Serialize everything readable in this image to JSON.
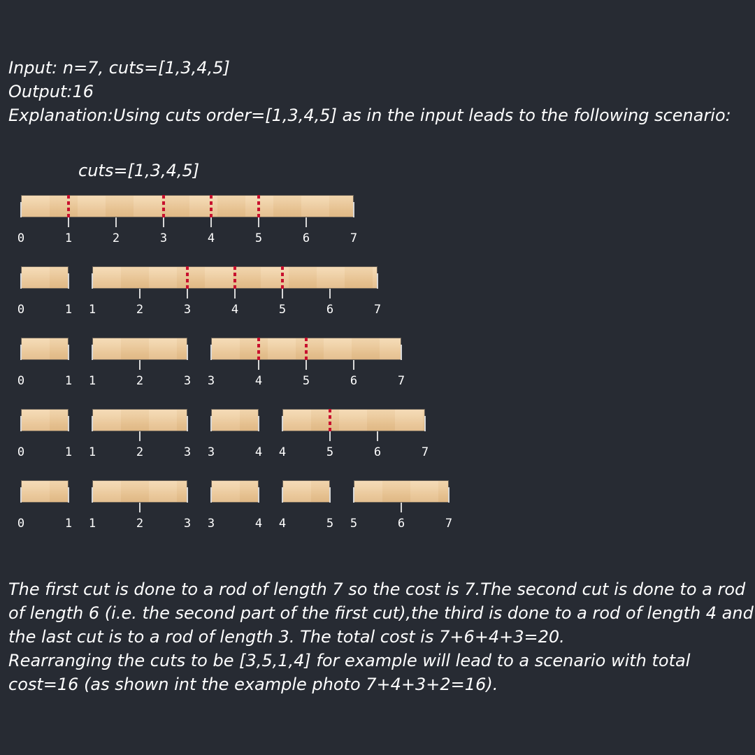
{
  "header": {
    "line1": "Input: n=7, cuts=[1,3,4,5]",
    "line2": "Output:16",
    "line3": "Explanation:Using cuts order=[1,3,4,5] as in the input leads to the following scenario:"
  },
  "diagram": {
    "cuts_label": "cuts=[1,3,4,5]",
    "stages": [
      {
        "pieces": [
          {
            "from": 0,
            "to": 7,
            "cuts": [
              1,
              3,
              4,
              5
            ],
            "labels": [
              "0",
              "1",
              "2",
              "3",
              "4",
              "5",
              "6",
              "7"
            ]
          }
        ]
      },
      {
        "pieces": [
          {
            "from": 0,
            "to": 1,
            "cuts": [],
            "labels": [
              "0",
              "1"
            ]
          },
          {
            "from": 1,
            "to": 7,
            "cuts": [
              3,
              4,
              5
            ],
            "labels": [
              "1",
              "2",
              "3",
              "4",
              "5",
              "6",
              "7"
            ]
          }
        ]
      },
      {
        "pieces": [
          {
            "from": 0,
            "to": 1,
            "cuts": [],
            "labels": [
              "0",
              "1"
            ]
          },
          {
            "from": 1,
            "to": 3,
            "cuts": [],
            "labels": [
              "1",
              "2",
              "3"
            ]
          },
          {
            "from": 3,
            "to": 7,
            "cuts": [
              4,
              5
            ],
            "labels": [
              "3",
              "4",
              "5",
              "6",
              "7"
            ]
          }
        ]
      },
      {
        "pieces": [
          {
            "from": 0,
            "to": 1,
            "cuts": [],
            "labels": [
              "0",
              "1"
            ]
          },
          {
            "from": 1,
            "to": 3,
            "cuts": [],
            "labels": [
              "1",
              "2",
              "3"
            ]
          },
          {
            "from": 3,
            "to": 4,
            "cuts": [],
            "labels": [
              "3",
              "4"
            ]
          },
          {
            "from": 4,
            "to": 7,
            "cuts": [
              5
            ],
            "labels": [
              "4",
              "5",
              "6",
              "7"
            ]
          }
        ]
      },
      {
        "pieces": [
          {
            "from": 0,
            "to": 1,
            "cuts": [],
            "labels": [
              "0",
              "1"
            ]
          },
          {
            "from": 1,
            "to": 3,
            "cuts": [],
            "labels": [
              "1",
              "2",
              "3"
            ]
          },
          {
            "from": 3,
            "to": 4,
            "cuts": [],
            "labels": [
              "3",
              "4"
            ]
          },
          {
            "from": 4,
            "to": 5,
            "cuts": [],
            "labels": [
              "4",
              "5"
            ]
          },
          {
            "from": 5,
            "to": 7,
            "cuts": [],
            "labels": [
              "5",
              "6",
              "7"
            ]
          }
        ]
      }
    ]
  },
  "footer": {
    "line1": "The first cut is done to a rod of length 7 so the cost is 7.The second cut is done to a rod",
    "line2": "of length 6 (i.e. the second part of the first cut),the third is done to a rod of length 4 and",
    "line3": "the last cut is to a rod of length 3. The total cost is 7+6+4+3=20.",
    "line4": "Rearranging the cuts to be [3,5,1,4] for example will lead to a scenario with total",
    "line5": "cost=16 (as shown int the example photo 7+4+3+2=16)."
  }
}
